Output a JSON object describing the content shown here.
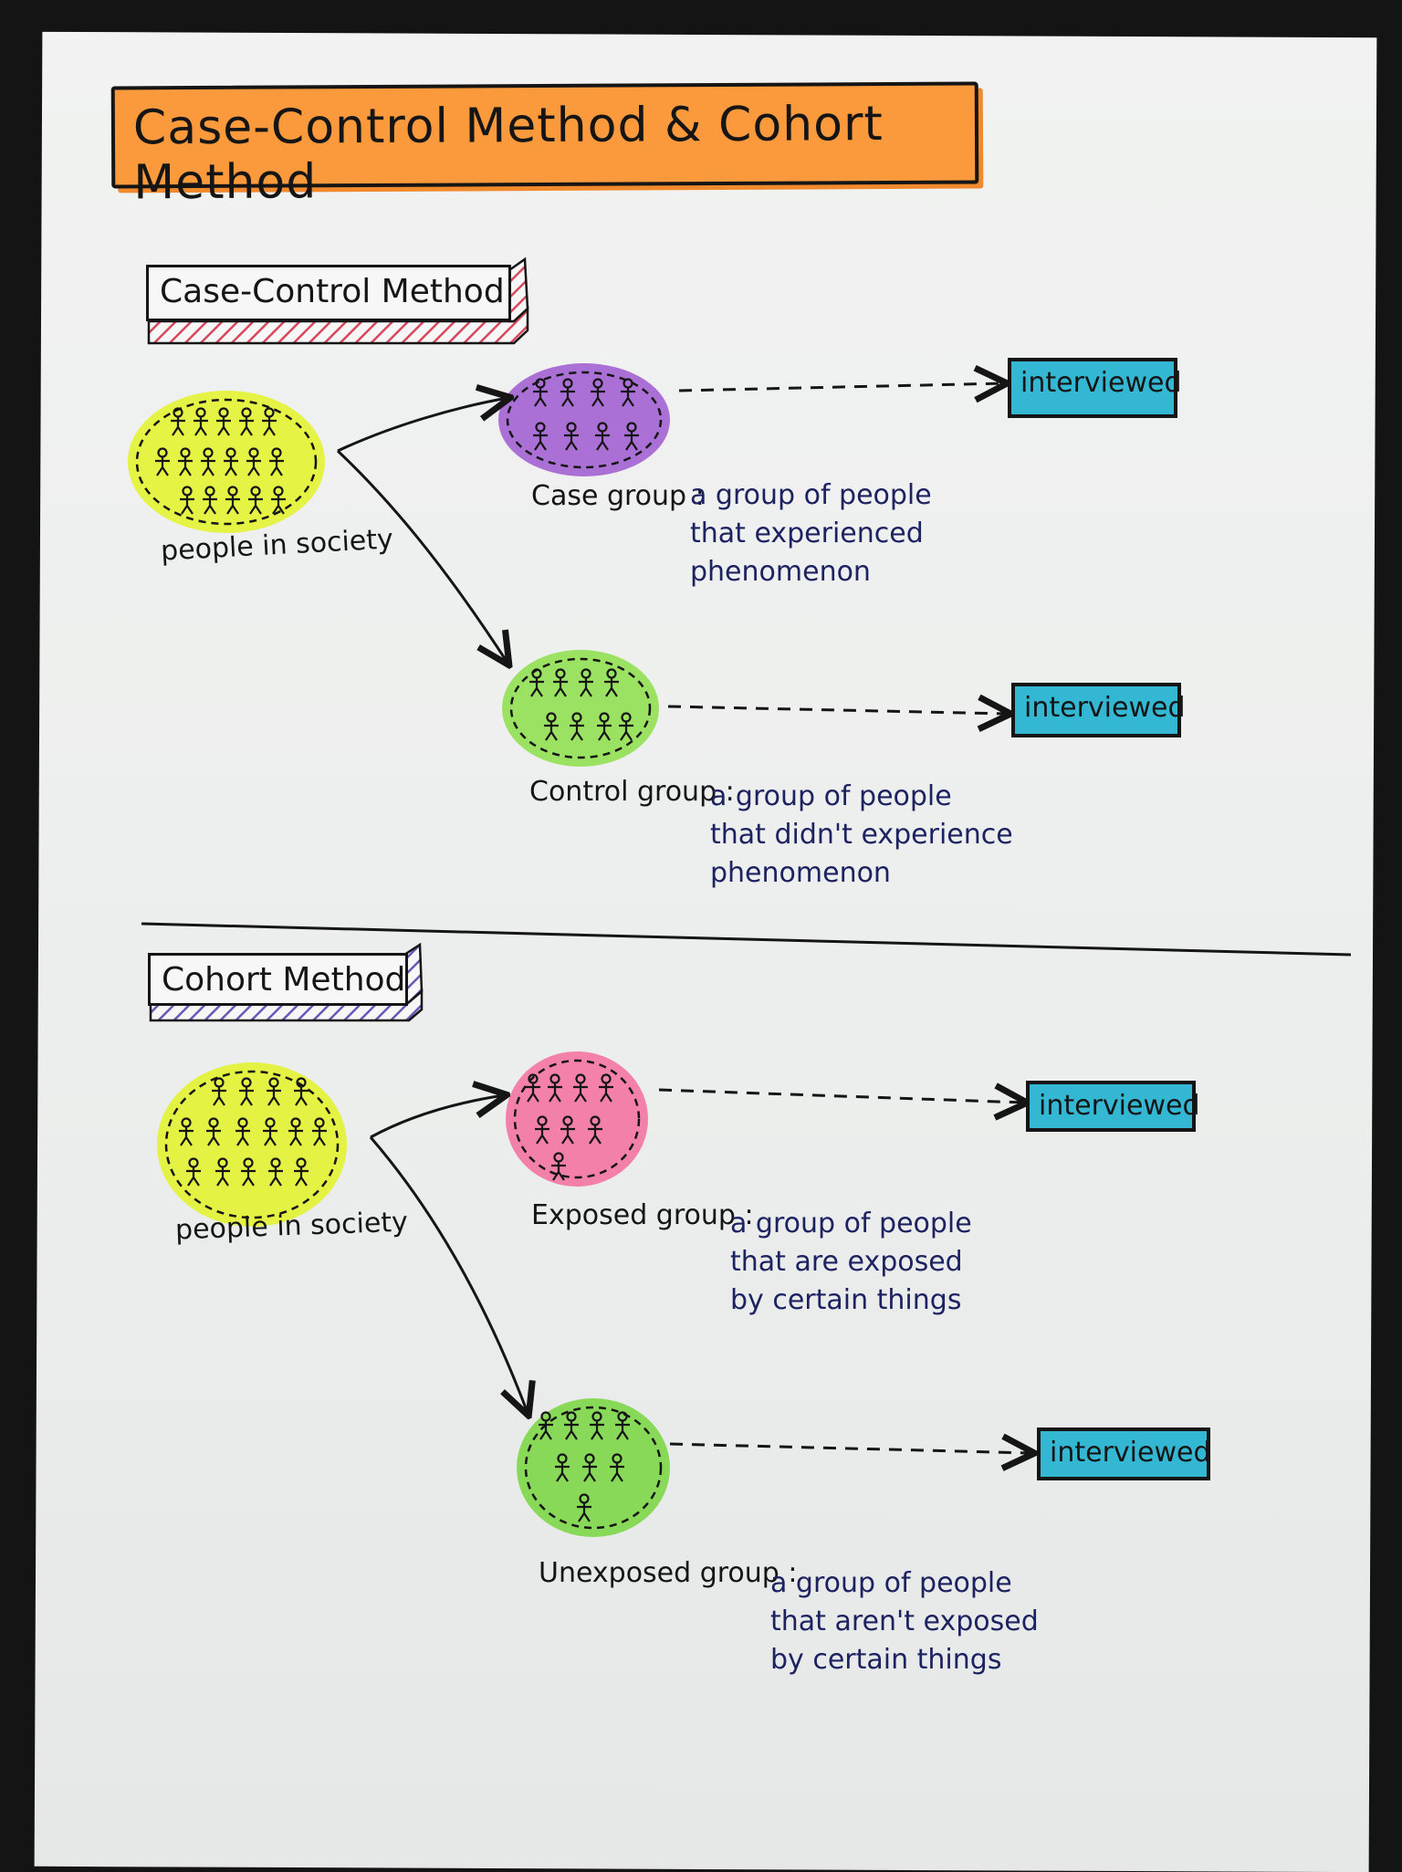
{
  "title": "Case-Control Method & Cohort Method",
  "case_control": {
    "heading": "Case-Control Method",
    "population_label": "people in society",
    "case_group": {
      "name": "Case group :",
      "description": [
        "a group of people",
        "that experienced",
        "phenomenon"
      ],
      "outcome": "interviewed"
    },
    "control_group": {
      "name": "Control group :",
      "description": [
        "a group of people",
        "that didn't experience",
        "phenomenon"
      ],
      "outcome": "interviewed"
    }
  },
  "cohort": {
    "heading": "Cohort Method",
    "population_label": "people in society",
    "exposed_group": {
      "name": "Exposed group :",
      "description": [
        "a group of people",
        "that are exposed",
        "by certain things"
      ],
      "outcome": "interviewed"
    },
    "unexposed_group": {
      "name": "Unexposed group :",
      "description": [
        "a group of people",
        "that aren't exposed",
        "by certain things"
      ],
      "outcome": "interviewed"
    }
  },
  "colors": {
    "banner": "#fb9a3c",
    "population": "#e4f23a",
    "case_group": "#a768d3",
    "control_group": "#97e05a",
    "exposed_group": "#f37aa5",
    "unexposed_group": "#84d851",
    "interviewed_chip": "#33b7d3",
    "case_control_hatch": "#d8475c",
    "cohort_hatch": "#6b57b8",
    "ink": "#151515",
    "description_ink": "#1d2260"
  }
}
